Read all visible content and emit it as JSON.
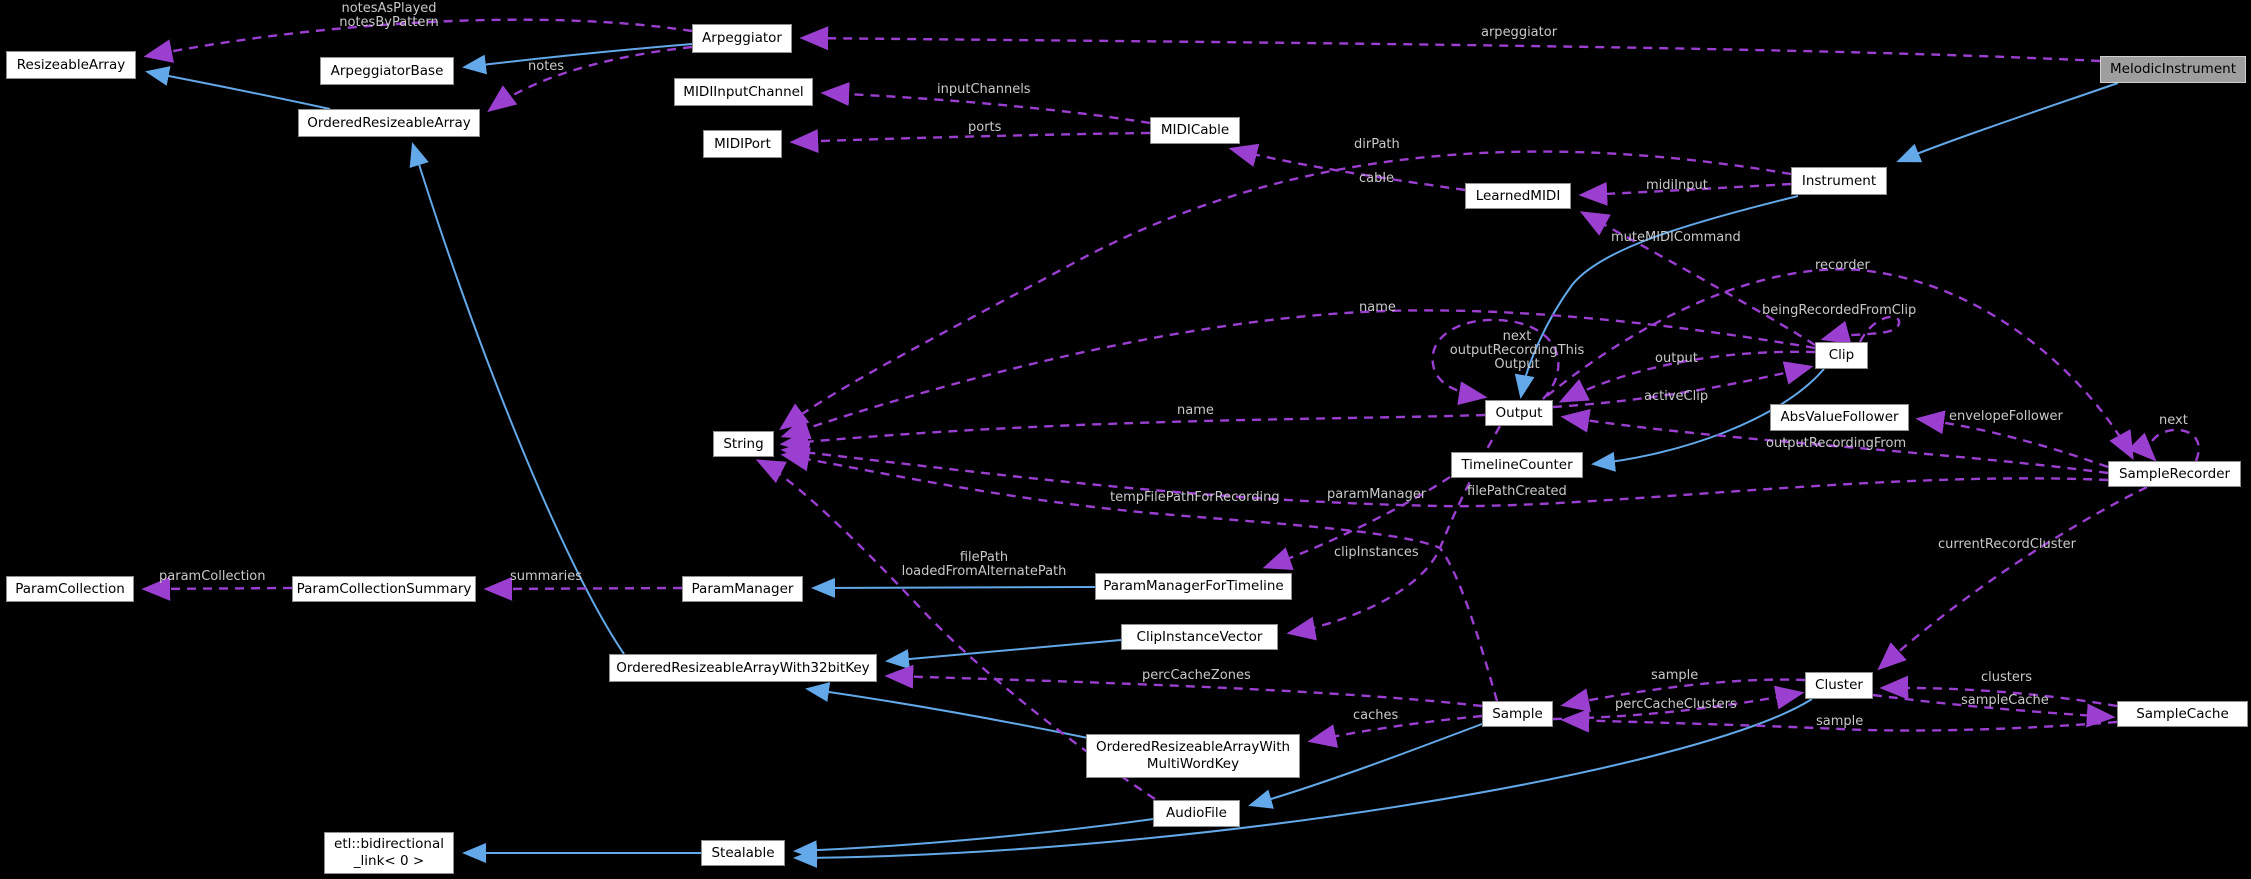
{
  "diagram": {
    "type": "doxygen-collaboration-graph",
    "focus_node": "MelodicInstrument",
    "background_color": "#000000",
    "node_fill": "#ffffff",
    "focus_node_fill": "#9e9e9e",
    "node_text_color": "#000000",
    "inheritance_edge_color": "#63a8e8",
    "usage_edge_color": "#9a3fd0",
    "edge_label_color": "#c9c9c9"
  },
  "nodes": {
    "resizeable_array": {
      "label": "ResizeableArray"
    },
    "arpeggiator_base": {
      "label": "ArpeggiatorBase"
    },
    "ordered_resizeable_array": {
      "label": "OrderedResizeableArray"
    },
    "arpeggiator": {
      "label": "Arpeggiator"
    },
    "midi_input_channel": {
      "label": "MIDIInputChannel"
    },
    "midi_port": {
      "label": "MIDIPort"
    },
    "midi_cable": {
      "label": "MIDICable"
    },
    "learned_midi": {
      "label": "LearnedMIDI"
    },
    "instrument": {
      "label": "Instrument"
    },
    "melodic_instrument": {
      "label": "MelodicInstrument"
    },
    "clip": {
      "label": "Clip"
    },
    "abs_value_follower": {
      "label": "AbsValueFollower"
    },
    "sample_recorder": {
      "label": "SampleRecorder"
    },
    "output": {
      "label": "Output"
    },
    "timeline_counter": {
      "label": "TimelineCounter"
    },
    "string": {
      "label": "String"
    },
    "param_collection": {
      "label": "ParamCollection"
    },
    "param_collection_summary": {
      "label": "ParamCollectionSummary"
    },
    "param_manager": {
      "label": "ParamManager"
    },
    "param_manager_for_timeline": {
      "label": "ParamManagerForTimeline"
    },
    "clip_instance_vector": {
      "label": "ClipInstanceVector"
    },
    "ordered_resizeable_array_with_32bit_key": {
      "label": "OrderedResizeableArrayWith32bitKey"
    },
    "sample": {
      "label": "Sample"
    },
    "cluster": {
      "label": "Cluster"
    },
    "sample_cache": {
      "label": "SampleCache"
    },
    "ordered_resizeable_array_with_multi_word_key": {
      "label": "OrderedResizeableArrayWith\nMultiWordKey"
    },
    "audio_file": {
      "label": "AudioFile"
    },
    "stealable": {
      "label": "Stealable"
    },
    "etl_bidirectional_link": {
      "label": "etl::bidirectional\n_link< 0 >"
    }
  },
  "edges": [
    {
      "from": "Arpeggiator",
      "to": "ResizeableArray",
      "type": "usage",
      "label": "notesAsPlayed\nnotesByPattern"
    },
    {
      "from": "Arpeggiator",
      "to": "OrderedResizeableArray",
      "type": "usage",
      "label": "notes"
    },
    {
      "from": "MelodicInstrument",
      "to": "Arpeggiator",
      "type": "usage",
      "label": "arpeggiator"
    },
    {
      "from": "MIDICable",
      "to": "MIDIInputChannel",
      "type": "usage",
      "label": "inputChannels"
    },
    {
      "from": "MIDICable",
      "to": "MIDIPort",
      "type": "usage",
      "label": "ports"
    },
    {
      "from": "LearnedMIDI",
      "to": "MIDICable",
      "type": "usage",
      "label": "cable"
    },
    {
      "from": "Instrument",
      "to": "LearnedMIDI",
      "type": "usage",
      "label": "midiInput"
    },
    {
      "from": "Instrument",
      "to": "String",
      "type": "usage",
      "label": "dirPath"
    },
    {
      "from": "Clip",
      "to": "LearnedMIDI",
      "type": "usage",
      "label": "muteMIDICommand"
    },
    {
      "from": "Output",
      "to": "SampleRecorder",
      "type": "usage",
      "label": "recorder"
    },
    {
      "from": "Clip",
      "to": "Clip",
      "type": "usage",
      "label": "beingRecordedFromClip"
    },
    {
      "from": "Output",
      "to": "Output",
      "type": "usage",
      "label": "next\noutputRecordingThis\nOutput"
    },
    {
      "from": "Clip",
      "to": "Output",
      "type": "usage",
      "label": "output"
    },
    {
      "from": "Output",
      "to": "Clip",
      "type": "usage",
      "label": "activeClip"
    },
    {
      "from": "Clip",
      "to": "String",
      "type": "usage",
      "label": "name"
    },
    {
      "from": "Output",
      "to": "String",
      "type": "usage",
      "label": "name"
    },
    {
      "from": "SampleRecorder",
      "to": "AbsValueFollower",
      "type": "usage",
      "label": "envelopeFollower"
    },
    {
      "from": "SampleRecorder",
      "to": "SampleRecorder",
      "type": "usage",
      "label": "next"
    },
    {
      "from": "SampleRecorder",
      "to": "Output",
      "type": "usage",
      "label": "outputRecordingFrom"
    },
    {
      "from": "SampleRecorder",
      "to": "String",
      "type": "usage",
      "label": "filePathCreated"
    },
    {
      "from": "Sample",
      "to": "String",
      "type": "usage",
      "label": "tempFilePathForRecording"
    },
    {
      "from": "TimelineCounter",
      "to": "ParamManagerForTimeline",
      "type": "usage",
      "label": "paramManager"
    },
    {
      "from": "Output",
      "to": "ClipInstanceVector",
      "type": "usage",
      "label": "clipInstances"
    },
    {
      "from": "AudioFile",
      "to": "String",
      "type": "usage",
      "label": "filePath\nloadedFromAlternatePath"
    },
    {
      "from": "ParamCollectionSummary",
      "to": "ParamCollection",
      "type": "usage",
      "label": "paramCollection"
    },
    {
      "from": "ParamManager",
      "to": "ParamCollectionSummary",
      "type": "usage",
      "label": "summaries"
    },
    {
      "from": "Sample",
      "to": "OrderedResizeableArrayWith32bitKey",
      "type": "usage",
      "label": "percCacheZones"
    },
    {
      "from": "Sample",
      "to": "OrderedResizeableArrayWithMultiWordKey",
      "type": "usage",
      "label": "caches"
    },
    {
      "from": "Cluster",
      "to": "Sample",
      "type": "usage",
      "label": "sample"
    },
    {
      "from": "Sample",
      "to": "Cluster",
      "type": "usage",
      "label": "percCacheClusters"
    },
    {
      "from": "SampleRecorder",
      "to": "Cluster",
      "type": "usage",
      "label": "currentRecordCluster"
    },
    {
      "from": "SampleCache",
      "to": "Cluster",
      "type": "usage",
      "label": "clusters"
    },
    {
      "from": "Cluster",
      "to": "SampleCache",
      "type": "usage",
      "label": "sampleCache"
    },
    {
      "from": "SampleCache",
      "to": "Sample",
      "type": "usage",
      "label": "sample"
    },
    {
      "from": "OrderedResizeableArray",
      "to": "ResizeableArray",
      "type": "inheritance",
      "label": ""
    },
    {
      "from": "Arpeggiator",
      "to": "ArpeggiatorBase",
      "type": "inheritance",
      "label": ""
    },
    {
      "from": "MelodicInstrument",
      "to": "Instrument",
      "type": "inheritance",
      "label": ""
    },
    {
      "from": "Instrument",
      "to": "Output",
      "type": "inheritance",
      "label": ""
    },
    {
      "from": "Clip",
      "to": "TimelineCounter",
      "type": "inheritance",
      "label": ""
    },
    {
      "from": "ParamManagerForTimeline",
      "to": "ParamManager",
      "type": "inheritance",
      "label": ""
    },
    {
      "from": "ClipInstanceVector",
      "to": "OrderedResizeableArrayWith32bitKey",
      "type": "inheritance",
      "label": ""
    },
    {
      "from": "OrderedResizeableArrayWith32bitKey",
      "to": "OrderedResizeableArray",
      "type": "inheritance",
      "label": ""
    },
    {
      "from": "OrderedResizeableArrayWithMultiWordKey",
      "to": "OrderedResizeableArrayWith32bitKey",
      "type": "inheritance",
      "label": ""
    },
    {
      "from": "Sample",
      "to": "AudioFile",
      "type": "inheritance",
      "label": ""
    },
    {
      "from": "AudioFile",
      "to": "Stealable",
      "type": "inheritance",
      "label": ""
    },
    {
      "from": "Cluster",
      "to": "Stealable",
      "type": "inheritance",
      "label": ""
    },
    {
      "from": "Stealable",
      "to": "etl::bidirectional_link< 0 >",
      "type": "inheritance",
      "label": ""
    }
  ]
}
